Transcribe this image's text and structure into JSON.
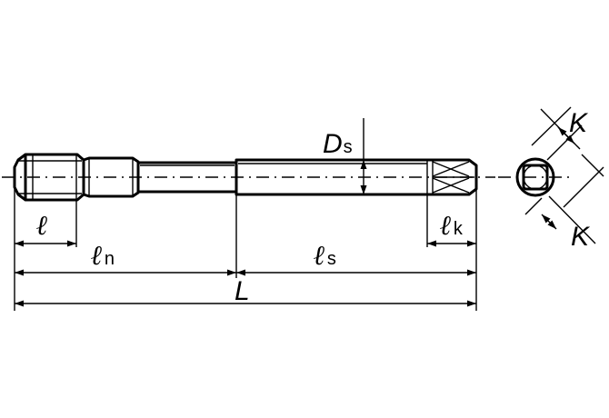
{
  "labels": {
    "thread_length": {
      "main": "ℓ",
      "sub": ""
    },
    "neck_length": {
      "main": "ℓ",
      "sub": "n"
    },
    "shank_length": {
      "main": "ℓ",
      "sub": "s"
    },
    "square_length": {
      "main": "ℓ",
      "sub": "k"
    },
    "shank_diameter": {
      "main": "D",
      "sub": "s"
    },
    "overall_length": {
      "main": "L"
    },
    "square_width_top": {
      "main": "K"
    },
    "square_width_bottom": {
      "main": "K"
    }
  }
}
